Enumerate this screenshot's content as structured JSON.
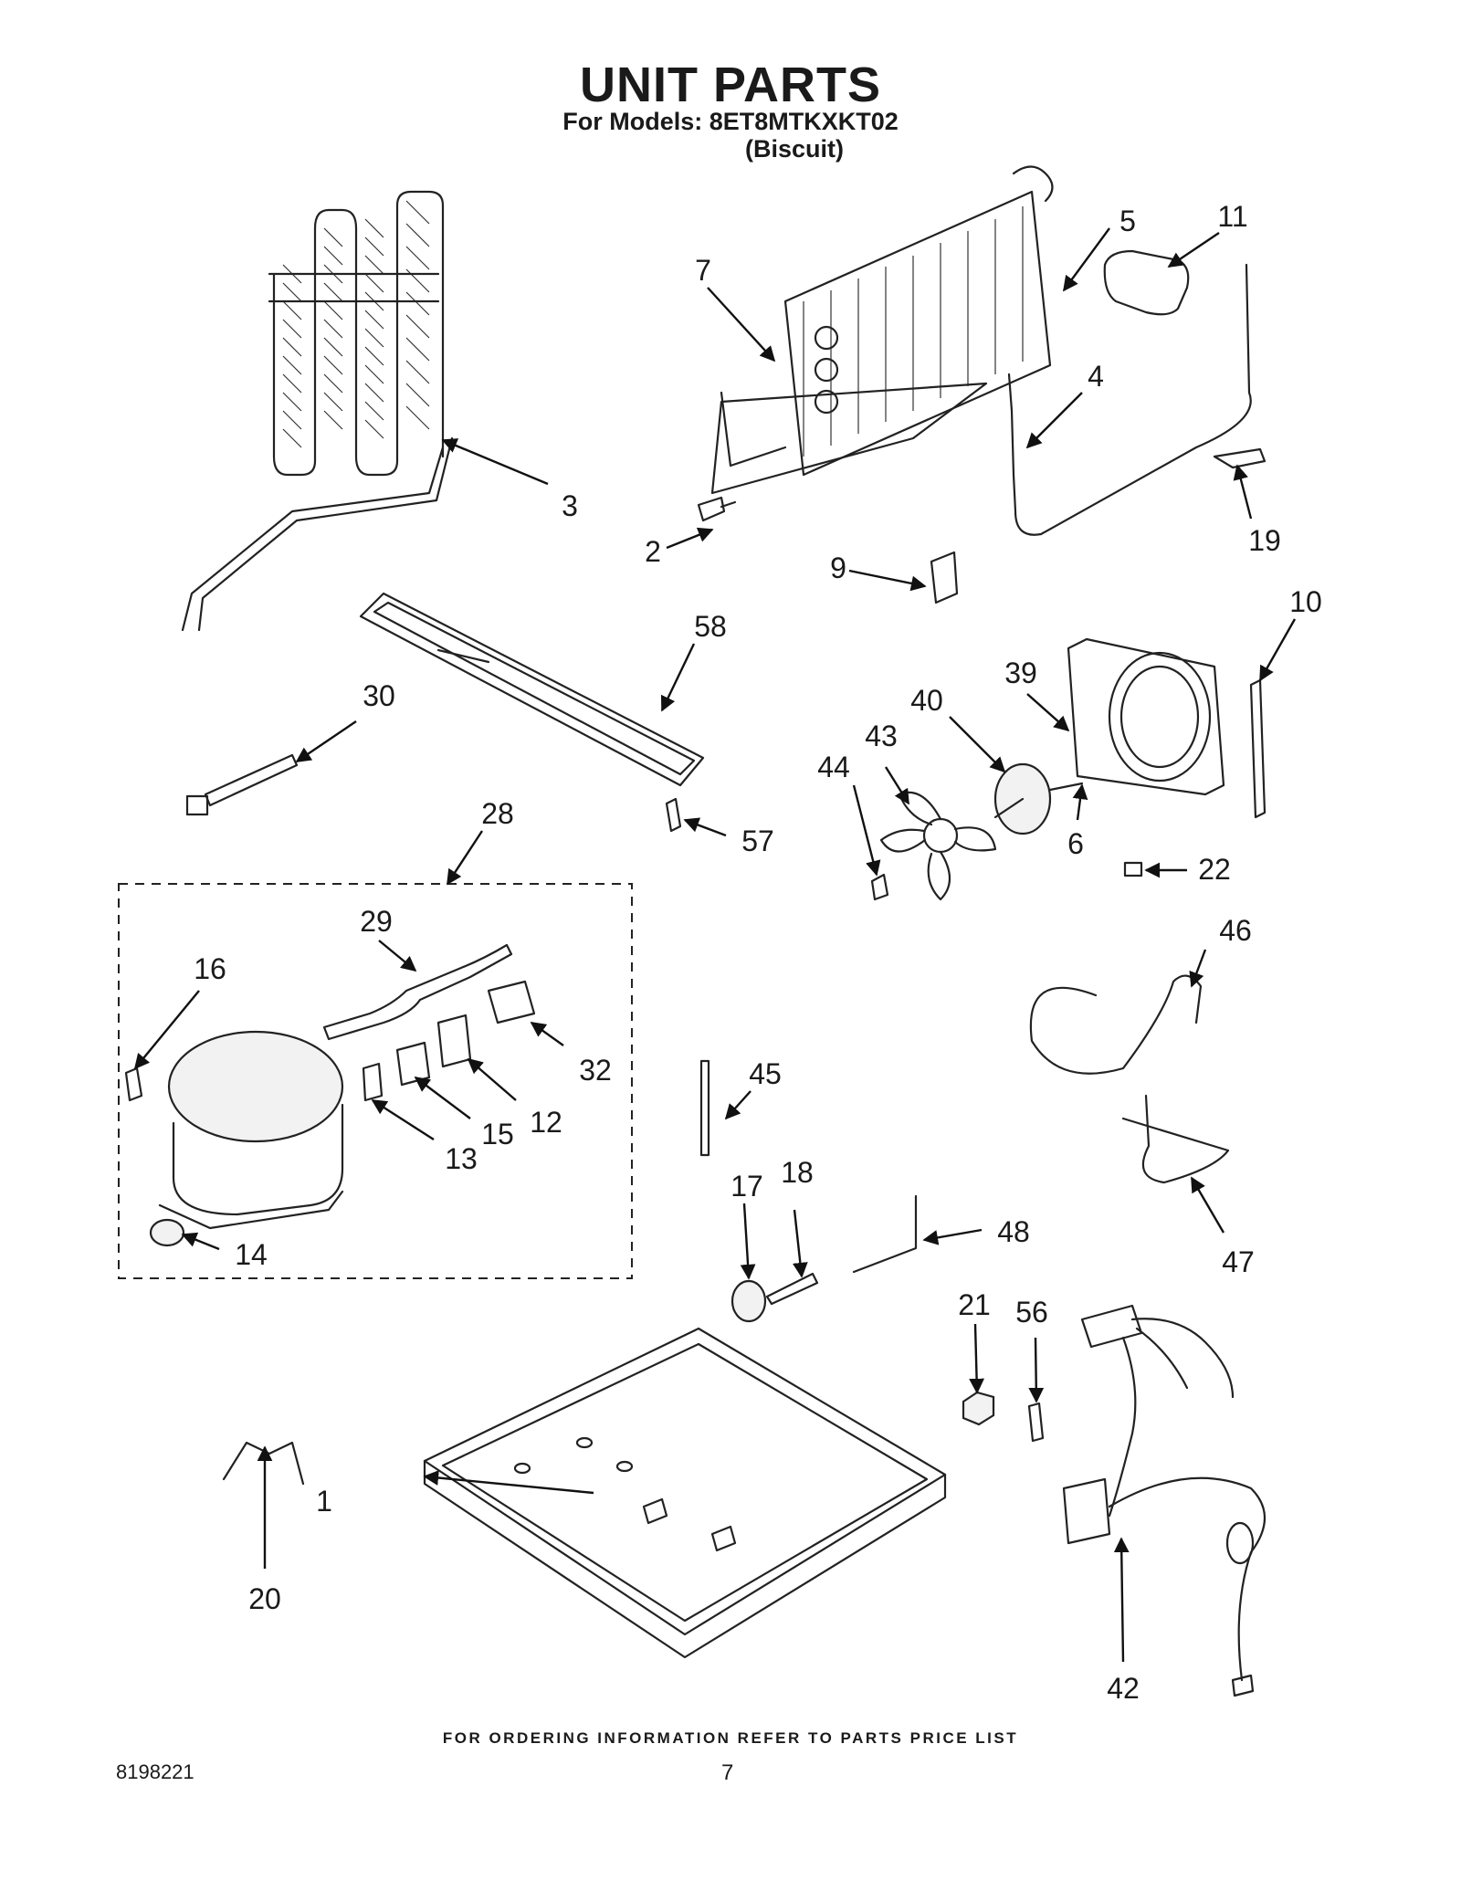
{
  "header": {
    "title": "UNIT PARTS",
    "models_line": "For Models: 8ET8MTKXKT02",
    "color_line": "(Biscuit)"
  },
  "callouts": [
    "1",
    "2",
    "3",
    "4",
    "5",
    "6",
    "7",
    "9",
    "10",
    "11",
    "12",
    "13",
    "14",
    "15",
    "16",
    "17",
    "18",
    "19",
    "20",
    "21",
    "22",
    "28",
    "29",
    "30",
    "32",
    "39",
    "40",
    "42",
    "43",
    "44",
    "45",
    "46",
    "47",
    "48",
    "56",
    "57",
    "58"
  ],
  "footer": {
    "note": "FOR ORDERING INFORMATION REFER TO PARTS PRICE LIST",
    "doc_number": "8198221",
    "page_number": "7"
  }
}
